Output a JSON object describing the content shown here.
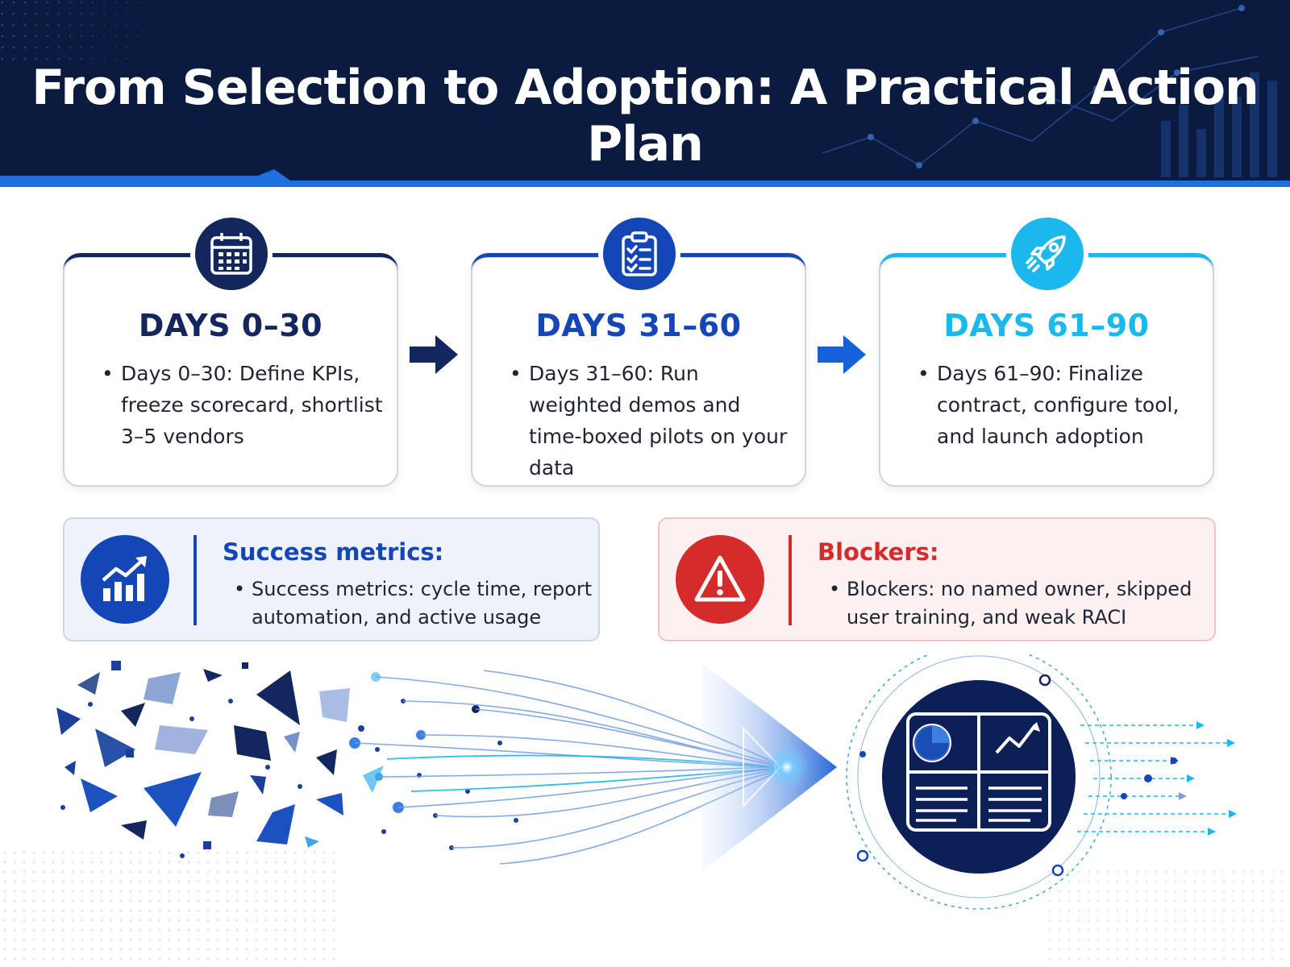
{
  "title": "From Selection to Adoption: A Practical Action Plan",
  "colors": {
    "navy": "#0b1a3f",
    "dark_blue": "#13265e",
    "blue": "#1446b8",
    "cyan": "#1ab8ec",
    "red": "#d52b2b"
  },
  "phases": [
    {
      "title": "DAYS 0–30",
      "text": "Days 0–30: Define KPIs, freeze scorecard, shortlist 3–5 vendors",
      "icon": "calendar-icon",
      "color": "#13265e"
    },
    {
      "title": "DAYS 31–60",
      "text": "Days 31–60: Run weighted demos and time-boxed pilots on your data",
      "icon": "clipboard-checklist-icon",
      "color": "#1446b8"
    },
    {
      "title": "DAYS 61–90",
      "text": "Days 61–90: Finalize contract, configure tool, and launch adoption",
      "icon": "rocket-icon",
      "color": "#1ab8ec"
    }
  ],
  "success": {
    "title": "Success metrics:",
    "text": "Success metrics: cycle time, report automation, and active usage",
    "icon": "growth-chart-icon"
  },
  "blockers": {
    "title": "Blockers:",
    "text": "Blockers: no named owner, skipped user training, and weak RACI",
    "icon": "warning-triangle-icon"
  }
}
